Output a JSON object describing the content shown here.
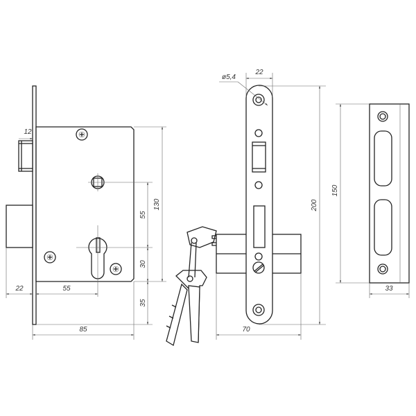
{
  "title": "Mortise lock technical drawing",
  "dimensions": {
    "latch_projection": "12",
    "spindle_to_cylinder": "55",
    "body_height": "130",
    "cylinder_to_body_bottom": "30",
    "bolt_projection": "22",
    "backset": "55",
    "body_bottom_to_plate_end": "35",
    "overall_depth": "85",
    "hole_diameter": "ø5,4",
    "faceplate_width": "22",
    "faceplate_length": "200",
    "cylinder_length": "70",
    "strike_length": "150",
    "strike_width": "33"
  }
}
